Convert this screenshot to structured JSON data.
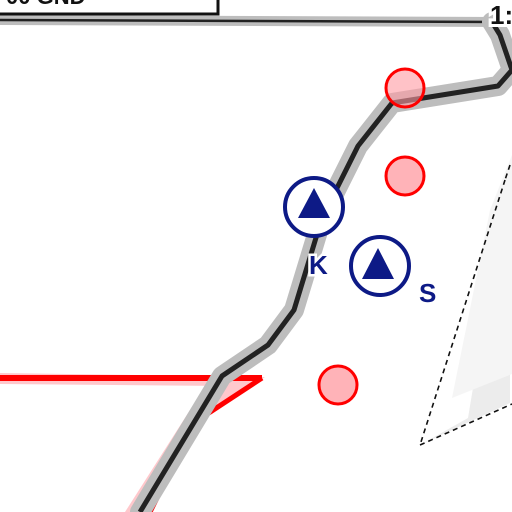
{
  "map": {
    "colors": {
      "background": "#ffffff",
      "route_halo": "#bdbdbd",
      "route_line": "#222222",
      "restricted_fill": "#ff9aa2",
      "restricted_stroke": "#ff0000",
      "navaid": "#0d1a86",
      "area_fill": "#e6e6e6",
      "area_outline": "#111111"
    },
    "top_box": {
      "label": "00 GND"
    },
    "corner_label": "1:",
    "navaids": [
      {
        "id": "k",
        "label": "K",
        "symbol": "triangle-in-circle"
      },
      {
        "id": "s",
        "label": "S",
        "symbol": "triangle-in-circle"
      }
    ],
    "points": [
      {
        "id": "point-1",
        "symbol": "red-circle"
      },
      {
        "id": "point-2",
        "symbol": "red-circle"
      },
      {
        "id": "point-3",
        "symbol": "red-circle"
      }
    ]
  }
}
